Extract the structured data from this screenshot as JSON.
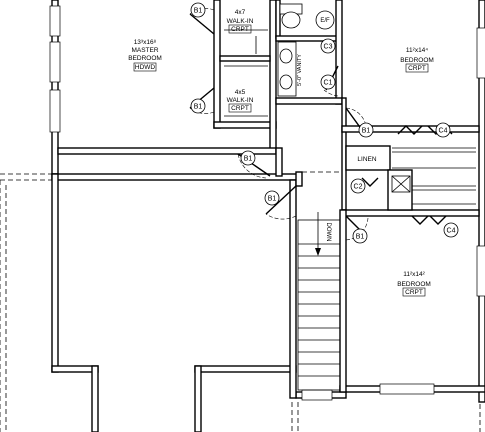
{
  "rooms": {
    "master_bedroom": {
      "size_line": "13³x16⁸",
      "name_line1": "MASTER",
      "name_line2": "BEDROOM",
      "floor": "HDWD"
    },
    "walk_in_1": {
      "size_line": "4x7",
      "name_line": "WALK-IN",
      "floor": "CRPT"
    },
    "walk_in_2": {
      "size_line": "4x5",
      "name_line": "WALK-IN",
      "floor": "CRPT"
    },
    "bedroom_2": {
      "size_line": "11²x14⁴",
      "name_line": "BEDROOM",
      "floor": "CRPT"
    },
    "bedroom_3": {
      "size_line": "11²x14²",
      "name_line": "BEDROOM",
      "floor": "CRPT"
    }
  },
  "labels": {
    "vanity": "5'-0\" VANITY",
    "linen": "LINEN",
    "stair": "DOWN",
    "ef": "E/F"
  },
  "tags": {
    "b1": "B1",
    "c1": "C1",
    "c2": "C2",
    "c3": "C3",
    "c4": "C4"
  }
}
